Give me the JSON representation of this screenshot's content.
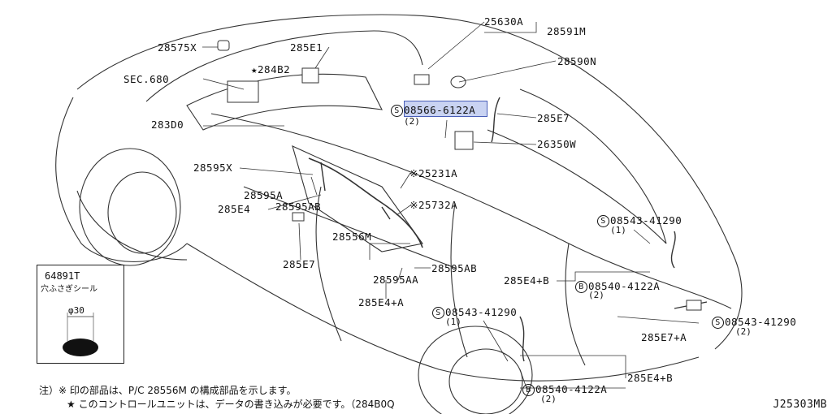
{
  "diagram_code": "J25303MB",
  "highlight_label": "08566-6122A",
  "callouts": {
    "p25630A": "25630A",
    "p28591M": "28591M",
    "p28590N": "28590N",
    "p28575X": "28575X",
    "p285E1": "285E1",
    "p284B2": "★284B2",
    "sec680": "SEC.680",
    "p283D0": "283D0",
    "p285E7_top": "285E7",
    "p26350W": "26350W",
    "p25231A": "※25231A",
    "p25732A": "※25732A",
    "p28595X": "28595X",
    "p28595A": "28595A",
    "p285E4": "285E4",
    "p28595AB_left": "28595AB",
    "p28556M": "28556M",
    "p285E7_left": "285E7",
    "p28595AB_mid": "28595AB",
    "p28595AA": "28595AA",
    "p285E4A": "285E4+A",
    "s0854341290_a": "08543-41290",
    "s0854341290_b": "08543-41290",
    "s0854341290_c": "08543-41290",
    "p285E4B_a": "285E4+B",
    "b084054122A_a": "08540-4122A",
    "p285E7A": "285E7+A",
    "b084054122A_b": "08540-4122A",
    "p285E4B_b": "285E4+B"
  },
  "quantities": {
    "q_highlight": "(2)",
    "q_s_a": "(1)",
    "q_b_a": "(2)",
    "q_s_b": "(1)",
    "q_s_c": "(2)",
    "q_b_b": "(2)"
  },
  "symbols": {
    "s": "S",
    "b": "B"
  },
  "inset": {
    "part": "64891T",
    "name": "穴ふさぎシール",
    "dimension": "φ30"
  },
  "notes": {
    "line1": "注）※ 印の部品は、P/C 28556M の構成部品を示します。",
    "line2": "★ このコントロールユニットは、データの書き込みが必要です。（284B0Q"
  },
  "colors": {
    "highlight_fill": "#c9d3f2",
    "highlight_border": "#4a5fb8",
    "line": "#333333"
  }
}
